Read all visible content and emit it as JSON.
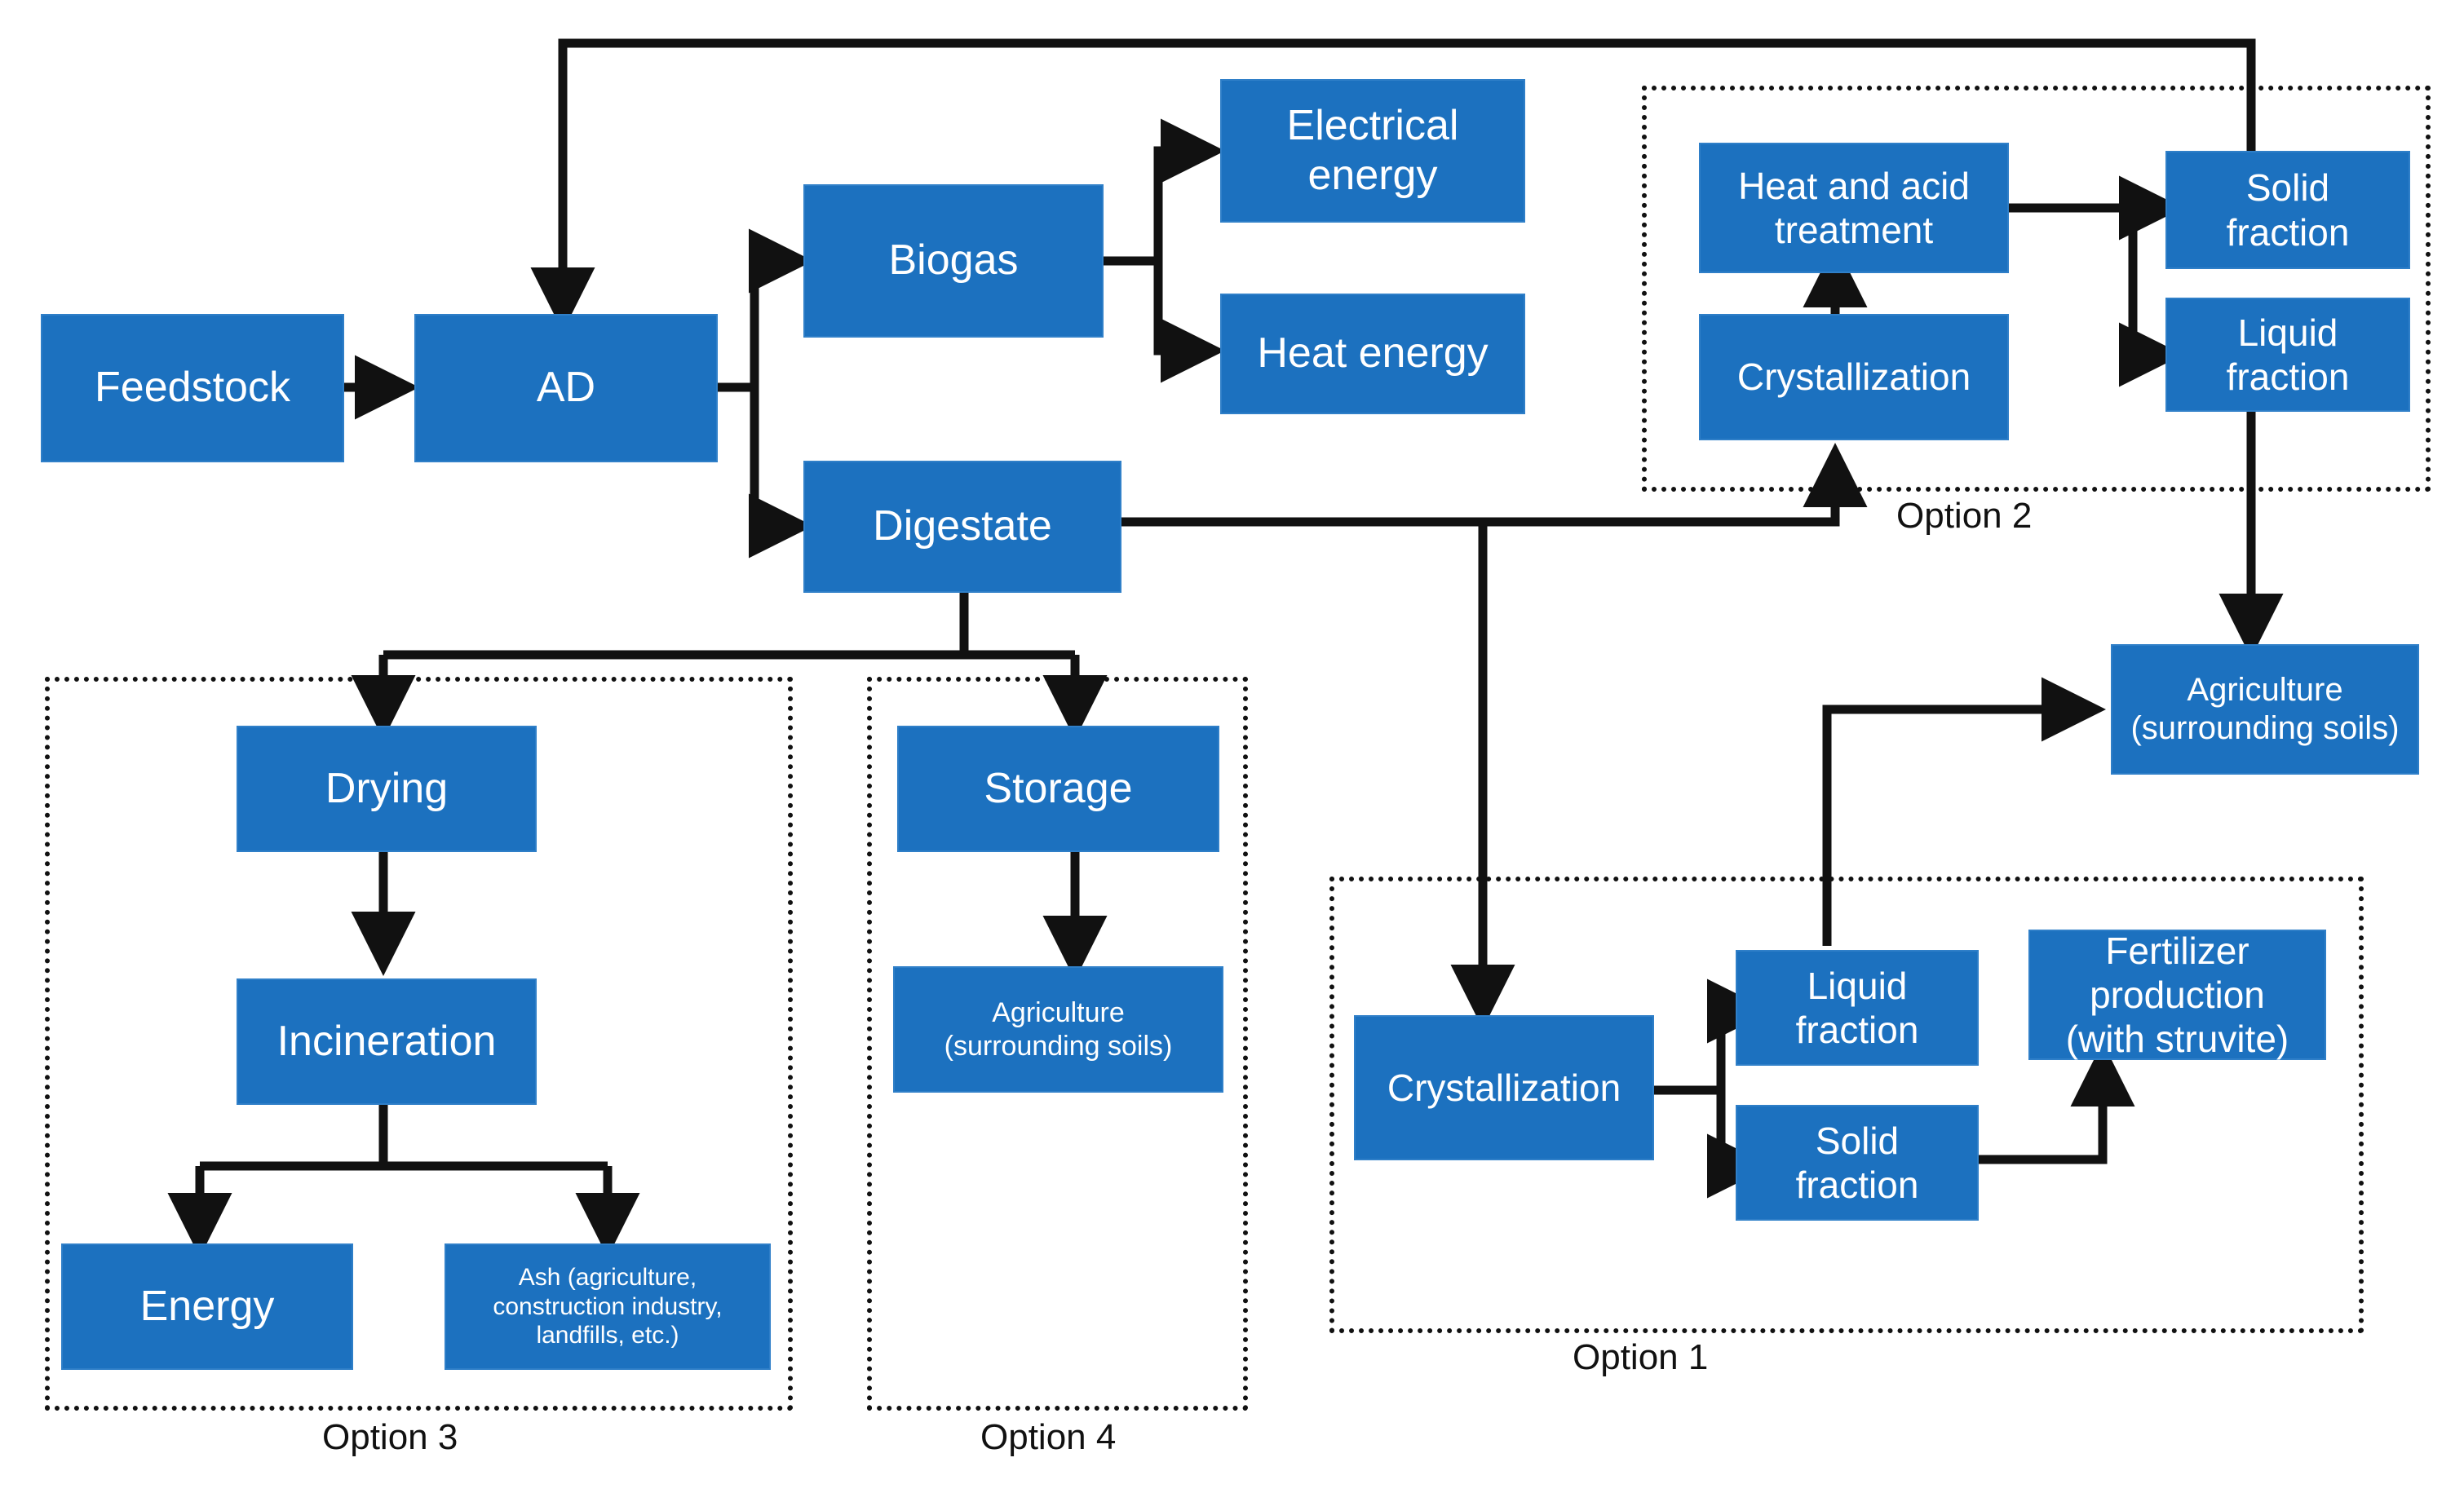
{
  "diagram": {
    "title": "Anaerobic digestion digestate valorisation options flowchart",
    "accent_color": "#1c71bf",
    "line_color": "#111111",
    "background": "#ffffff"
  },
  "nodes": {
    "feedstock": "Feedstock",
    "ad": "AD",
    "biogas": "Biogas",
    "electrical_energy": "Electrical\nenergy",
    "heat_energy": "Heat energy",
    "digestate": "Digestate",
    "opt2_heat_acid": "Heat and acid\ntreatment",
    "opt2_crystallization": "Crystallization",
    "opt2_solid_fraction": "Solid\nfraction",
    "opt2_liquid_fraction": "Liquid\nfraction",
    "agriculture_right": "Agriculture\n(surrounding soils)",
    "opt1_crystallization": "Crystallization",
    "opt1_liquid_fraction": "Liquid\nfraction",
    "opt1_solid_fraction": "Solid\nfraction",
    "opt1_fertilizer": "Fertilizer\nproduction\n(with struvite)",
    "opt3_drying": "Drying",
    "opt3_incineration": "Incineration",
    "opt3_energy": "Energy",
    "opt3_ash": "Ash (agriculture,\nconstruction industry,\nlandfills, etc.)",
    "opt4_storage": "Storage",
    "opt4_agriculture": "Agriculture\n(surrounding soils)"
  },
  "groups": {
    "option1": "Option 1",
    "option2": "Option 2",
    "option3": "Option 3",
    "option4": "Option 4"
  },
  "flows": [
    {
      "from": "Feedstock",
      "to": "AD"
    },
    {
      "from": "AD",
      "to": "Biogas"
    },
    {
      "from": "AD",
      "to": "Digestate"
    },
    {
      "from": "Biogas",
      "to": "Electrical energy"
    },
    {
      "from": "Biogas",
      "to": "Heat energy"
    },
    {
      "from": "Digestate",
      "to": "Crystallization (Option 2)"
    },
    {
      "from": "Digestate",
      "to": "Crystallization (Option 1)"
    },
    {
      "from": "Digestate",
      "to": "Drying (Option 3)"
    },
    {
      "from": "Digestate",
      "to": "Storage (Option 4)"
    },
    {
      "from": "Crystallization (Option 2)",
      "to": "Heat and acid treatment"
    },
    {
      "from": "Heat and acid treatment",
      "to": "Solid fraction (Option 2)"
    },
    {
      "from": "Heat and acid treatment",
      "to": "Liquid fraction (Option 2)"
    },
    {
      "from": "Solid fraction (Option 2)",
      "to": "AD"
    },
    {
      "from": "Liquid fraction (Option 2)",
      "to": "Agriculture (surrounding soils)"
    },
    {
      "from": "Crystallization (Option 1)",
      "to": "Liquid fraction (Option 1)"
    },
    {
      "from": "Crystallization (Option 1)",
      "to": "Solid fraction (Option 1)"
    },
    {
      "from": "Solid fraction (Option 1)",
      "to": "Fertilizer production (with struvite)"
    },
    {
      "from": "Liquid fraction (Option 1)",
      "to": "Agriculture (surrounding soils)"
    },
    {
      "from": "Drying",
      "to": "Incineration"
    },
    {
      "from": "Incineration",
      "to": "Energy"
    },
    {
      "from": "Incineration",
      "to": "Ash (agriculture, construction industry, landfills, etc.)"
    },
    {
      "from": "Storage",
      "to": "Agriculture (surrounding soils)"
    }
  ]
}
